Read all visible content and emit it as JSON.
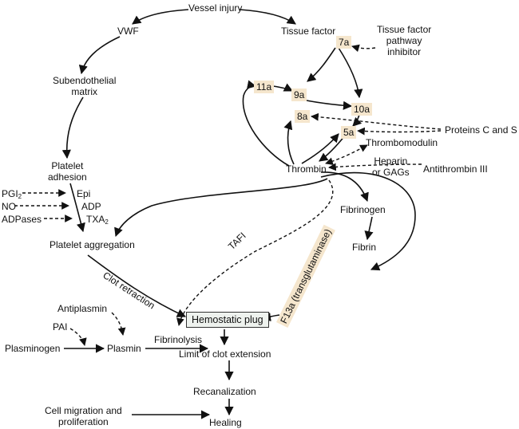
{
  "nodes": {
    "vessel_injury": "Vessel injury",
    "vwf": "VWF",
    "tissue_factor": "Tissue factor",
    "tfpi": "Tissue factor\npathway\ninhibitor",
    "f7a": "7a",
    "f11a": "11a",
    "f9a": "9a",
    "f10a": "10a",
    "f8a": "8a",
    "f5a": "5a",
    "subendothelial_matrix": "Subendothelial\nmatrix",
    "proteins_c_s": "Proteins C and S",
    "thrombomodulin": "Thrombomodulin",
    "thrombin": "Thrombin",
    "heparin": "Heparin\nor GAGs",
    "antithrombin": "Antithrombin III",
    "platelet_adhesion": "Platelet\nadhesion",
    "pgi2": "PGI",
    "pgi2_sub": "2",
    "no": "NO",
    "adpases": "ADPases",
    "epi": "Epi",
    "adp": "ADP",
    "txa2": "TXA",
    "txa2_sub": "2",
    "fibrinogen": "Fibrinogen",
    "fibrin": "Fibrin",
    "tafi": "TAFI",
    "platelet_aggregation": "Platelet aggregation",
    "clot_retraction": "Clot retraction",
    "f13a": "F13a (transglutaminase)",
    "antiplasmin": "Antiplasmin",
    "pai": "PAI",
    "hemostatic_plug": "Hemostatic plug",
    "plasminogen": "Plasminogen",
    "plasmin": "Plasmin",
    "fibrinolysis": "Fibrinolysis",
    "limit_clot": "Limit of clot extension",
    "recanalization": "Recanalization",
    "cell_migration": "Cell migration and\nproliferation",
    "healing": "Healing"
  }
}
